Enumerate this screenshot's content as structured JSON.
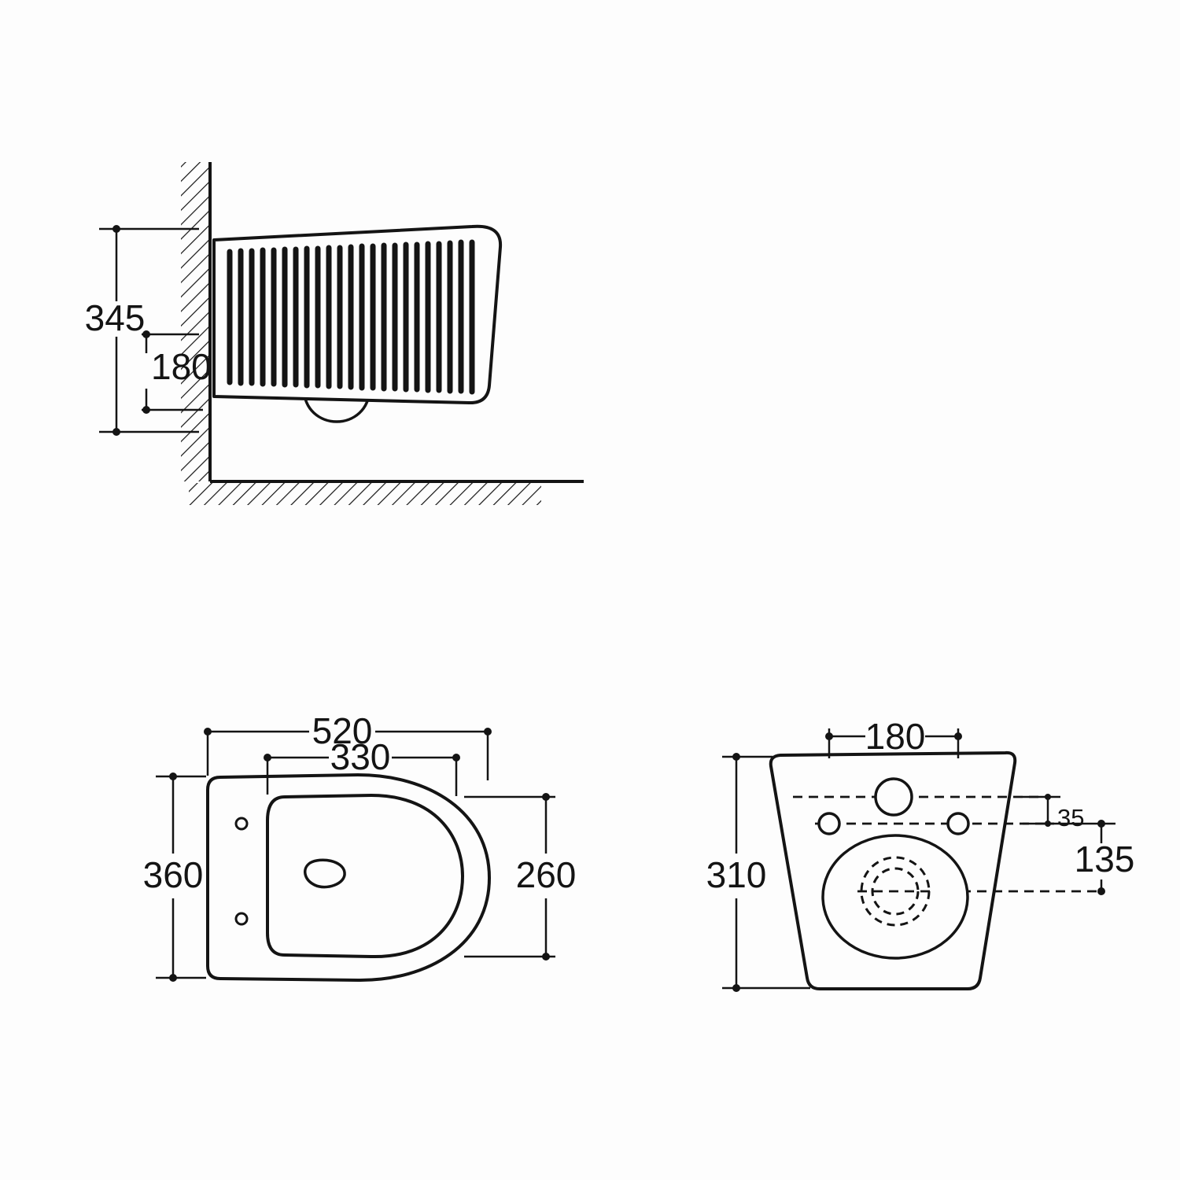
{
  "drawing": {
    "type": "technical-dimension-drawing",
    "subject": "wall-hung toilet three-view dimensions"
  },
  "views": {
    "side": {
      "height_total": "345",
      "height_lower": "180"
    },
    "top": {
      "length_overall": "520",
      "length_opening": "330",
      "width_overall": "360",
      "width_opening": "260"
    },
    "back": {
      "bolt_spacing": "180",
      "inlet_to_bolt": "35",
      "bolt_to_drain": "135",
      "height_overall": "310"
    }
  },
  "colors": {
    "line": "#141414",
    "background": "#fdfdfd"
  }
}
